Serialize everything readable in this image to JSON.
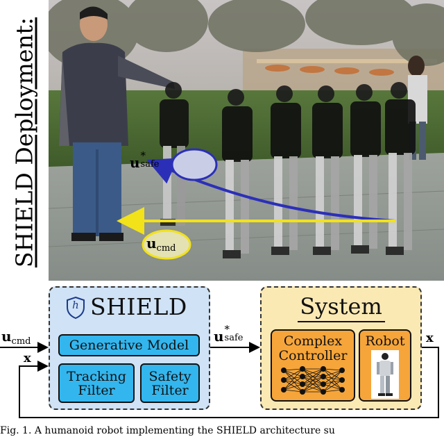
{
  "title": {
    "deployment_heading": "SHIELD Deployment:"
  },
  "photo_labels": {
    "safe": {
      "base": "u",
      "sup": "*",
      "sub": "safe"
    },
    "cmd": {
      "base": "u",
      "sub": "cmd"
    }
  },
  "shield_block": {
    "logo_letter": "h",
    "title": "SHIELD",
    "generative_model": "Generative Model",
    "tracking_filter": "Tracking Filter",
    "safety_filter": "Safety Filter"
  },
  "system_block": {
    "title": "System",
    "complex_controller": "Complex Controller",
    "robot": "Robot"
  },
  "signals": {
    "u_cmd": {
      "base": "u",
      "sub": "cmd"
    },
    "x_in": "x",
    "u_safe": {
      "base": "u",
      "sup": "*",
      "sub": "safe"
    },
    "x_out": "x"
  },
  "caption": "Fig. 1. A humanoid robot implementing the SHIELD architecture su",
  "colors": {
    "shield_fill": "#cfe2f6",
    "system_fill": "#fbe9b4",
    "module_blue": "#33b6ee",
    "module_orange": "#f6a53a",
    "safe_arrow": "#2b2fb8",
    "cmd_arrow": "#f2e21a"
  }
}
